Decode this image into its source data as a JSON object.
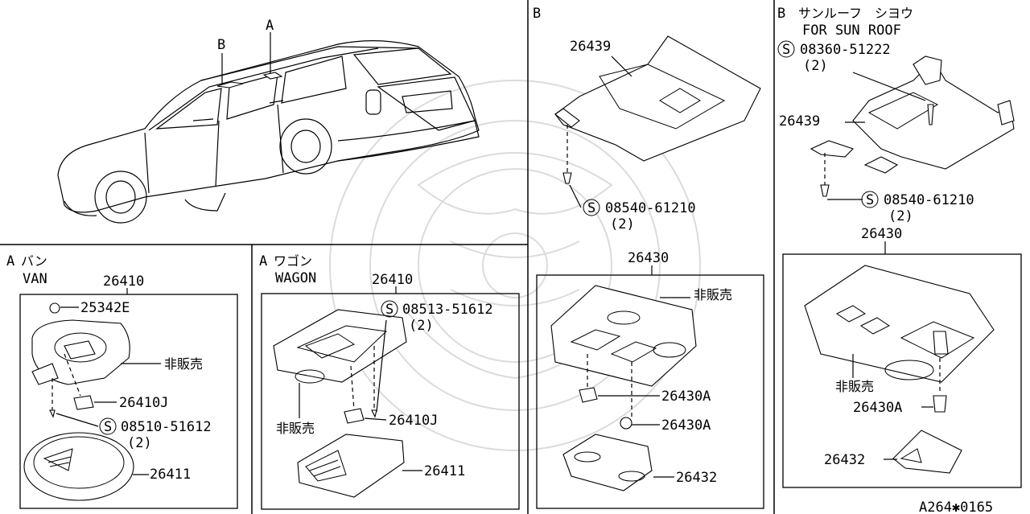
{
  "watermark_glyph": "ornamental-crest",
  "car_section": {
    "label_a": "A",
    "label_b": "B"
  },
  "van_section": {
    "header_letter": "A",
    "header_jp": "バン",
    "header_en": "VAN",
    "assembly": "26410",
    "parts": {
      "lens_clip": "25342E",
      "not_for_sale": "非販売",
      "bulb": "26410J",
      "screw": "08510-51612",
      "screw_qty": "(2)",
      "lens": "26411"
    }
  },
  "wagon_section": {
    "header_letter": "A",
    "header_jp": "ワゴン",
    "header_en": "WAGON",
    "assembly": "26410",
    "parts": {
      "screw": "08513-51612",
      "screw_qty": "(2)",
      "not_for_sale": "非販売",
      "bulb": "26410J",
      "lens": "26411"
    }
  },
  "b_section": {
    "header_letter": "B",
    "bracket": "26439",
    "screw": "08540-61210",
    "screw_qty": "(2)",
    "assembly": "26430",
    "not_for_sale": "非販売",
    "bulb_a": "26430A",
    "bulb_b": "26430A",
    "lens": "26432"
  },
  "b_sunroof_section": {
    "header_letter": "B",
    "header_jp": "サンルーフ　シヨウ",
    "header_en": "FOR SUN ROOF",
    "top_screw": "08360-51222",
    "top_screw_qty": "(2)",
    "bracket": "26439",
    "screw": "08540-61210",
    "screw_qty": "(2)",
    "assembly": "26430",
    "not_for_sale": "非販売",
    "bulb": "26430A",
    "lens": "26432"
  },
  "symbols": {
    "screw_mark": "S"
  },
  "footer": {
    "code": "A264✱0165"
  }
}
